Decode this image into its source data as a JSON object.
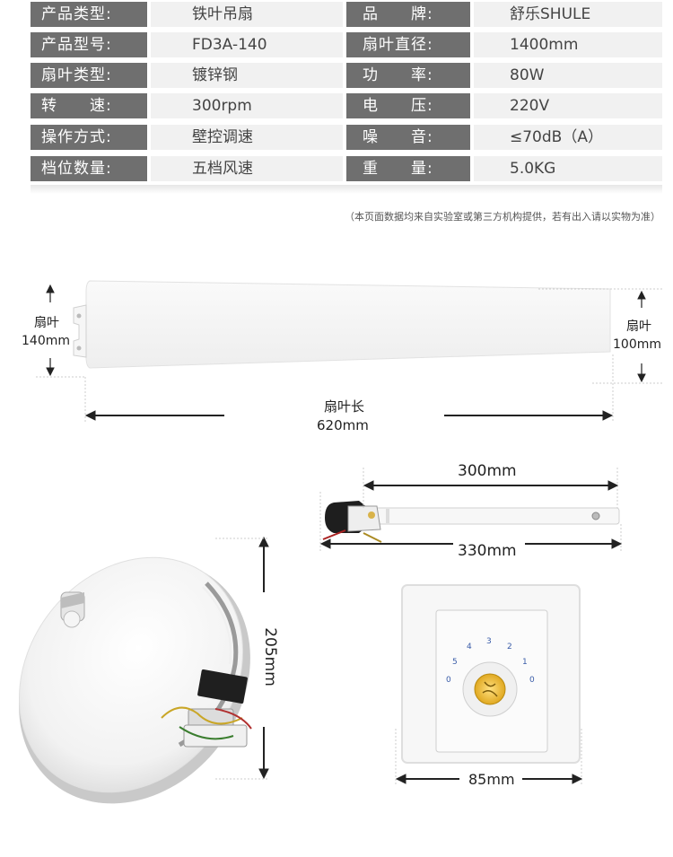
{
  "specs": {
    "rows": [
      {
        "left_label": "产品类型:",
        "left_value": "铁叶吊扇",
        "right_label": "品　　牌:",
        "right_value": "舒乐SHULE"
      },
      {
        "left_label": "产品型号:",
        "left_value": "FD3A-140",
        "right_label": "扇叶直径:",
        "right_value": "1400mm"
      },
      {
        "left_label": "扇叶类型:",
        "left_value": "镀锌钢",
        "right_label": "功　　率:",
        "right_value": "80W"
      },
      {
        "left_label": "转　　速:",
        "left_value": "300rpm",
        "right_label": "电　　压:",
        "right_value": "220V"
      },
      {
        "left_label": "操作方式:",
        "left_value": "壁控调速",
        "right_label": "噪　　音:",
        "right_value": "≤70dB（A）"
      },
      {
        "left_label": "档位数量:",
        "left_value": "五档风速",
        "right_label": "重　　量:",
        "right_value": "5.0KG"
      }
    ]
  },
  "disclaimer": "（本页面数据均来自实验室或第三方机构提供，若有出入请以实物为准）",
  "blade": {
    "left_label": "扇叶",
    "left_value": "140mm",
    "right_label": "扇叶",
    "right_value": "100mm",
    "length_label": "扇叶长",
    "length_value": "620mm"
  },
  "arm": {
    "top_value": "300mm",
    "bottom_value": "330mm"
  },
  "motor": {
    "height_value": "205mm"
  },
  "switch": {
    "width_value": "85mm",
    "dial_numbers": [
      "5",
      "4",
      "3",
      "2",
      "1",
      "0",
      "0"
    ]
  },
  "colors": {
    "label_bg": "#6f6f6f",
    "value_bg": "#f1f1f1",
    "dial_yellow": "#e8b830"
  }
}
